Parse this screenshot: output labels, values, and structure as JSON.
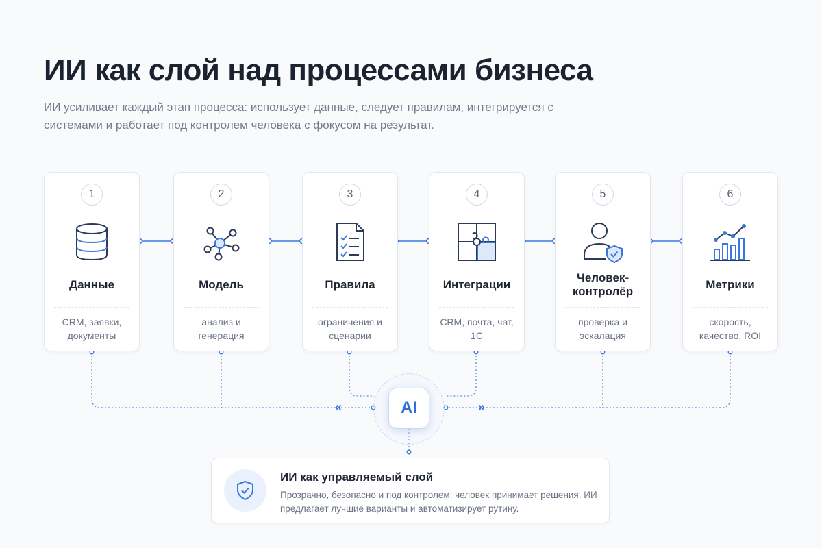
{
  "header": {
    "title": "ИИ как слой над процессами бизнеса",
    "subtitle": "ИИ усиливает каждый этап процесса: использует данные, следует правилам, интегрируется с системами и работает под контролем человека с фокусом на результат."
  },
  "steps": [
    {
      "number": "1",
      "name": "Данные",
      "description": "CRM, заявки, документы",
      "icon": "database-icon"
    },
    {
      "number": "2",
      "name": "Модель",
      "description": "анализ и генерация",
      "icon": "network-nodes-icon"
    },
    {
      "number": "3",
      "name": "Правила",
      "description": "ограничения и сценарии",
      "icon": "checklist-document-icon"
    },
    {
      "number": "4",
      "name": "Интеграции",
      "description": "CRM, почта, чат, 1С",
      "icon": "puzzle-icon"
    },
    {
      "number": "5",
      "name": "Человек-контролёр",
      "description": "проверка и эскалация",
      "icon": "user-shield-icon"
    },
    {
      "number": "6",
      "name": "Метрики",
      "description": "скорость, качество, ROI",
      "icon": "bar-chart-trend-icon"
    }
  ],
  "hub": {
    "label": "AI",
    "left_arrows": "«",
    "right_arrows": "»"
  },
  "info_card": {
    "title": "ИИ как управляемый слой",
    "text": "Прозрачно, безопасно и под контролем: человек принимает решения, ИИ предлагает лучшие варианты и автоматизирует рутину.",
    "icon": "shield-check-icon"
  },
  "colors": {
    "accent": "#3a77e0",
    "title": "#1c2230",
    "muted": "#737b8c",
    "card_border": "#e3e7ee"
  }
}
